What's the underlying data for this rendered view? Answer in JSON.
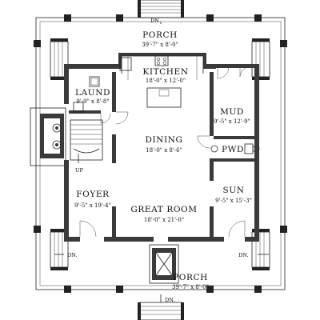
{
  "rooms": {
    "porch_top": {
      "name": "PORCH",
      "dims": "39'-7\" x 8'-0\""
    },
    "kitchen": {
      "name": "KITCHEN",
      "dims": "18'-0\" x 12'-0\""
    },
    "laundry": {
      "name": "LAUND",
      "dims": "9'-9\" x 8'-8\""
    },
    "mud": {
      "name": "MUD",
      "dims": "9'-5\" x 12'-9\""
    },
    "dining": {
      "name": "DINING",
      "dims": "18'-0\" x 8'-6\""
    },
    "pwd": {
      "name": "PWD"
    },
    "foyer": {
      "name": "FOYER",
      "dims": "9'-5\" x 19'-4\""
    },
    "sun": {
      "name": "SUN",
      "dims": "9'-5\" x 15'-3\""
    },
    "great_room": {
      "name": "GREAT ROOM",
      "dims": "18'-0\" x 21'-0\""
    },
    "porch_bottom": {
      "name": "PORCH",
      "dims": "39'-7\" x 8'-0\""
    }
  },
  "stairs": {
    "top_center": "DN",
    "bottom_center": "DN.",
    "left_bottom": "DN.",
    "right_bottom": "DN.",
    "interior": "UP"
  }
}
